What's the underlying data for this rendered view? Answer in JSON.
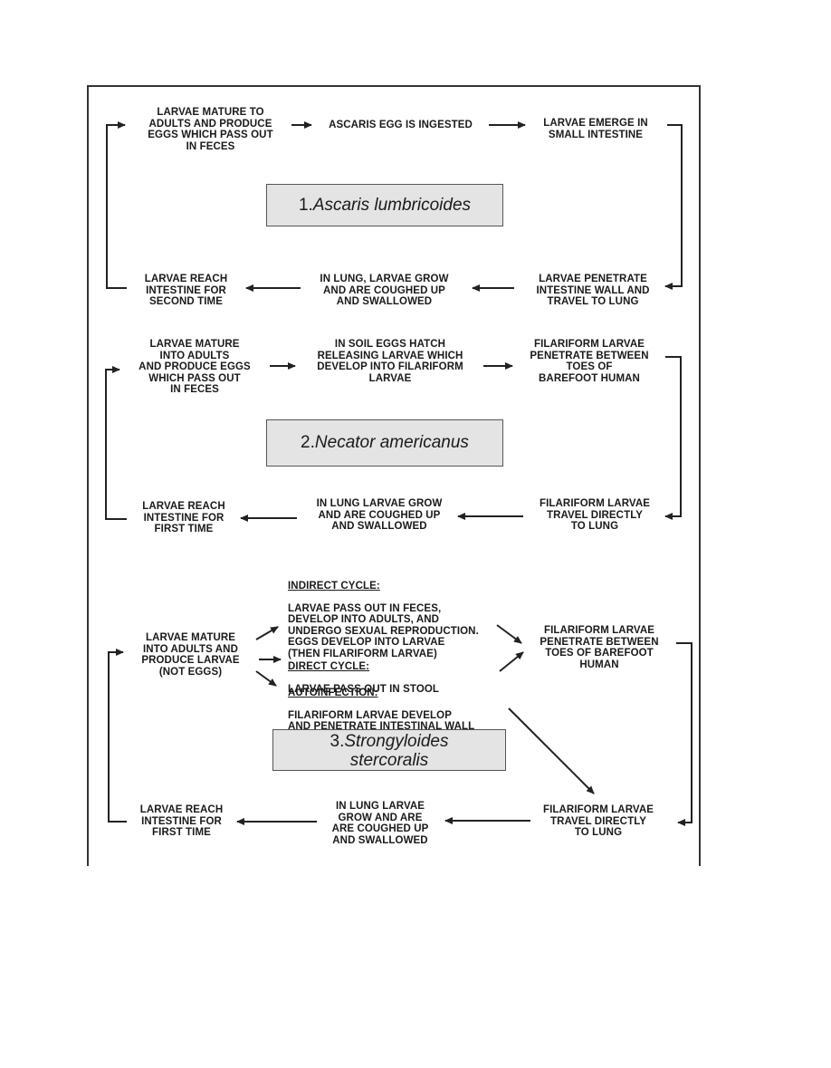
{
  "ascaris": {
    "title_num": "1.",
    "title_species": "Ascaris  lumbricoides",
    "mature": "LARVAE MATURE TO\nADULTS AND PRODUCE\nEGGS WHICH PASS OUT\nIN FECES",
    "ingested": "ASCARIS EGG IS INGESTED",
    "emerge": "LARVAE EMERGE IN\nSMALL INTESTINE",
    "penetrate": "LARVAE PENETRATE\nINTESTINE WALL AND\nTRAVEL TO LUNG",
    "lung": "IN LUNG, LARVAE GROW\nAND ARE COUGHED UP\nAND SWALLOWED",
    "reach": "LARVAE REACH\nINTESTINE FOR\nSECOND TIME"
  },
  "necator": {
    "title_num": "2.",
    "title_species": "Necator americanus",
    "mature": "LARVAE MATURE\nINTO ADULTS\nAND PRODUCE EGGS\nWHICH PASS OUT\nIN  FECES",
    "soil": "IN SOIL EGGS HATCH\nRELEASING LARVAE WHICH\nDEVELOP  INTO FILARIFORM\nLARVAE",
    "penetrate": "FILARIFORM LARVAE\nPENETRATE BETWEEN\nTOES OF\nBAREFOOT HUMAN",
    "travel": "FILARIFORM LARVAE\nTRAVEL DIRECTLY\nTO LUNG",
    "lung": "IN LUNG LARVAE GROW\nAND ARE COUGHED UP\nAND SWALLOWED",
    "reach": "LARVAE REACH\nINTESTINE FOR\nFIRST TIME"
  },
  "strongyloides": {
    "title_num": "3.",
    "title_species_1": "Strongyloides",
    "title_species_2": "stercoralis",
    "mature": "LARVAE MATURE\nINTO ADULTS AND\nPRODUCE LARVAE\n(NOT EGGS)",
    "indirect_head": "INDIRECT CYCLE:",
    "indirect_body": "LARVAE PASS OUT IN FECES,\nDEVELOP INTO ADULTS, AND\nUNDERGO SEXUAL REPRODUCTION.\nEGGS DEVELOP INTO LARVAE\n(THEN FILARIFORM LARVAE)",
    "direct_head": "DIRECT CYCLE:",
    "direct_body": "LARVAE PASS OUT IN STOOL",
    "auto_head": "AUTOINFECTION:",
    "auto_body": "FILARIFORM LARVAE DEVELOP\nAND PENETRATE INTESTINAL WALL",
    "penetrate": "FILARIFORM LARVAE\nPENETRATE BETWEEN\nTOES OF BAREFOOT\nHUMAN",
    "travel": "FILARIFORM LARVAE\nTRAVEL DIRECTLY\nTO LUNG",
    "lung": "IN LUNG LARVAE\nGROW AND ARE\nARE COUGHED UP\nAND SWALLOWED",
    "reach": "LARVAE REACH\nINTESTINE FOR\nFIRST TIME"
  }
}
